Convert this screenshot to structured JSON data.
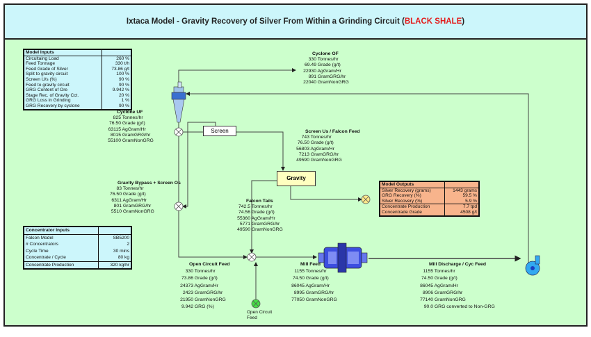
{
  "title": {
    "main": "Ixtaca Model - Gravity Recovery of Silver From Within a Grinding Circuit (",
    "highlight": "BLACK SHALE",
    "end": ")",
    "highlight_color": "#e31b1b"
  },
  "model_inputs": {
    "header": "Model Inputs",
    "rows": [
      {
        "label": "Circultaing Load",
        "value": "260 %"
      },
      {
        "label": "Feed Tonnage",
        "value": "330 t/h"
      },
      {
        "label": "Feed Grade of Silver",
        "value": "73.86 g/t"
      },
      {
        "label": "Split to gravity circuit",
        "value": "100 %"
      },
      {
        "label": "Screen U/s (%)",
        "value": "90 %"
      },
      {
        "label": "Feed to gravity circuit",
        "value": "90 %"
      },
      {
        "label": "GRG Content of Ore",
        "value": "9.942 %"
      },
      {
        "label": "Stage Rec. of Gravity Cct.",
        "value": "20 %"
      },
      {
        "label": "GRG Loss in Grinding",
        "value": "1 %"
      },
      {
        "label": "GRG Recovery by cyclone",
        "value": "90 %"
      }
    ]
  },
  "concentrator_inputs": {
    "header": "Concentrator Inputs",
    "rows": [
      {
        "label": "Falcon Model",
        "value": "SB5200"
      },
      {
        "label": "# Concentrators",
        "value": "2"
      },
      {
        "label": "Cycle Time",
        "value": "30 mins"
      },
      {
        "label": "Concentrate / Cycle",
        "value": "80 kg"
      }
    ],
    "total": {
      "label": "Concentrate Production",
      "value": "320 kg/hr"
    }
  },
  "model_outputs": {
    "header": "Model Outputs",
    "rows": [
      {
        "label": "Silver Recovery (grams)",
        "value": "1443 grams"
      },
      {
        "label": "GRG Recovery (%)",
        "value": "59.5 %"
      },
      {
        "label": "Silver Recovery (%)",
        "value": "5.9 %"
      }
    ],
    "rows2": [
      {
        "label": "Concentrate Production",
        "value": "7.7 tpd"
      },
      {
        "label": "Concentrade Grade",
        "value": "4508 g/t"
      }
    ]
  },
  "units": {
    "screen": "Screen",
    "gravity": "Gravity"
  },
  "open_circuit_label": "Open Circuit Feed",
  "streams": [
    {
      "id": "cyclone-of",
      "title": "Cyclone OF",
      "rows": [
        [
          "330",
          "Tonnes/hr"
        ],
        [
          "69.49",
          "Grade (g/t)"
        ],
        [
          "22930",
          "AgGram/Hr"
        ],
        [
          "891",
          "GramGRG/hr"
        ],
        [
          "22040",
          "GramNonGRG"
        ]
      ]
    },
    {
      "id": "cyclone-uf",
      "title": "Cyclone UF",
      "rows": [
        [
          "825",
          "Tonnes/hr"
        ],
        [
          "76.50",
          "Grade (g/t)"
        ],
        [
          "63115",
          "AgGram/Hr"
        ],
        [
          "8015",
          "GramGRG/hr"
        ],
        [
          "55100",
          "GramNonGRG"
        ]
      ]
    },
    {
      "id": "screen-us",
      "title": "Screen Us / Falcon Feed",
      "rows": [
        [
          "743",
          "Tonnes/hr"
        ],
        [
          "76.50",
          "Grade (g/t)"
        ],
        [
          "56803",
          "AgGram/Hr"
        ],
        [
          "7213",
          "GramGRG/hr"
        ],
        [
          "49590",
          "GramNonGRG"
        ]
      ]
    },
    {
      "id": "gravity-bypass",
      "title": "Gravity Bypass + Screen Os",
      "rows": [
        [
          "83",
          "Tonnes/hr"
        ],
        [
          "76.50",
          "Grade (g/t)"
        ],
        [
          "6311",
          "AgGram/Hr"
        ],
        [
          "801",
          "GramGRG/hr"
        ],
        [
          "5510",
          "GramNonGRG"
        ]
      ]
    },
    {
      "id": "falcon-tails",
      "title": "Falcon Tails",
      "rows": [
        [
          "742.5",
          "Tonnes/hr"
        ],
        [
          "74.56",
          "Grade (g/t)"
        ],
        [
          "55360",
          "AgGram/Hr"
        ],
        [
          "5771",
          "GramGRG/hr"
        ],
        [
          "49590",
          "GramNonGRG"
        ]
      ]
    },
    {
      "id": "open-circuit-feed",
      "title": "Open Circuit Feed",
      "rows": [
        [
          "330",
          "Tonnes/hr"
        ],
        [
          "73.86",
          "Grade (g/t)"
        ],
        [
          "24373",
          "AgGram/Hr"
        ],
        [
          "2423",
          "GramGRG/hr"
        ],
        [
          "21950",
          "GramNonGRG"
        ],
        [
          "9.942",
          "GRG (%)"
        ]
      ]
    },
    {
      "id": "mill-feed",
      "title": "Mill Feed",
      "rows": [
        [
          "1155",
          "Tonnes/hr"
        ],
        [
          "74.50",
          "Grade (g/t)"
        ],
        [
          "86045",
          "AgGram/Hr"
        ],
        [
          "8995",
          "GramGRG/hr"
        ],
        [
          "77050",
          "GramNonGRG"
        ]
      ]
    },
    {
      "id": "mill-discharge",
      "title": "Mill Discharge / Cyc Feed",
      "rows": [
        [
          "1155",
          "Tonnes/hr"
        ],
        [
          "74.50",
          "Grade (g/t)"
        ],
        [
          "86045",
          "AgGram/Hr"
        ],
        [
          "8906",
          "GramGRG/hr"
        ],
        [
          "77140",
          "GramNonGRG"
        ],
        [
          "90.0",
          "GRG converted to Non-GRG"
        ]
      ]
    }
  ]
}
